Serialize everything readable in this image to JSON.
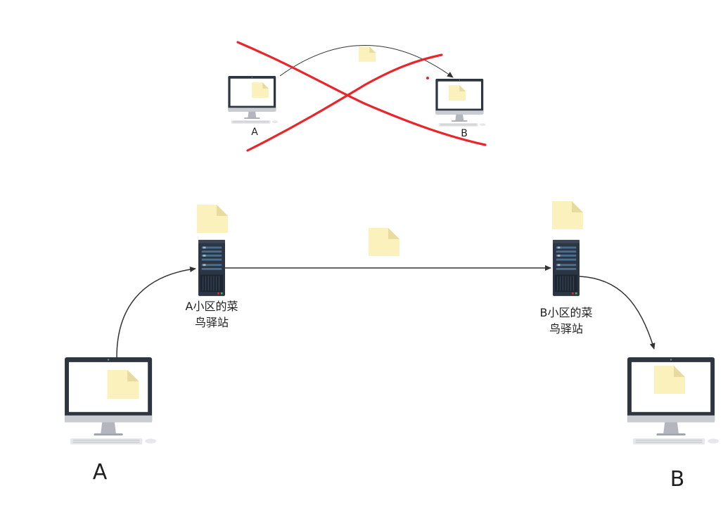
{
  "top_diagram": {
    "label_a": "A",
    "label_b": "B",
    "crossed_out": true
  },
  "main_diagram": {
    "label_a": "A",
    "label_b": "B",
    "station_a_line1": "A小区的菜",
    "station_a_line2": "鸟驿站",
    "station_b_line1": "B小区的菜",
    "station_b_line2": "鸟驿站"
  },
  "colors": {
    "cross": "#e8262b",
    "file": "#fbf1bd",
    "file_fold": "#e7dba0",
    "arrow": "#333333",
    "server": "#2b3543",
    "server_slot": "#4a6e8e"
  },
  "icons": [
    "computer-icon",
    "server-icon",
    "file-icon",
    "arrow-icon"
  ]
}
